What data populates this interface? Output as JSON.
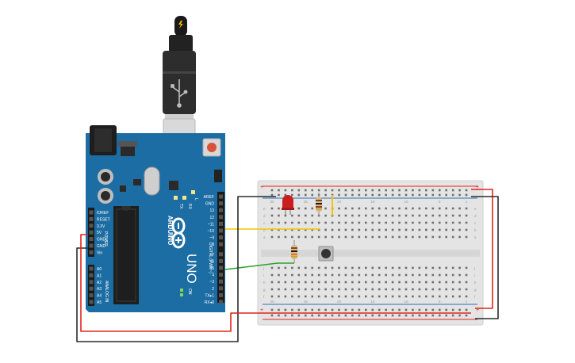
{
  "board": {
    "brand": "ARDUINO",
    "model": "UNO",
    "digital_header_label": "DIGITAL (PWM~)",
    "power_header_label": "POWER",
    "analog_header_label": "ANALOG IN",
    "on_label": "ON",
    "tx_label": "TX",
    "rx_label": "RX",
    "l_label": "L",
    "digital_pins": [
      "AREF",
      "GND",
      "13",
      "12",
      "~11",
      "~10",
      "~9",
      "8",
      "7",
      "~6",
      "~5",
      "4",
      "~3",
      "2",
      "TX▸1",
      "RX◂0"
    ],
    "power_pins": [
      "IOREF",
      "RESET",
      "3.3V",
      "5V",
      "GND",
      "GND",
      "Vin"
    ],
    "analog_pins": [
      "A0",
      "A1",
      "A2",
      "A3",
      "A4",
      "A5"
    ]
  },
  "breadboard": {
    "row_letters_top": [
      "a",
      "b",
      "c",
      "d",
      "e"
    ],
    "row_letters_bottom": [
      "f",
      "g",
      "h",
      "i",
      "j"
    ],
    "plus_label": "+",
    "minus_label": "−",
    "column_numbers": [
      1,
      5,
      10,
      15,
      20,
      25,
      30
    ]
  },
  "wires": {
    "red": "#e1241b",
    "black": "#2b2b2b",
    "yellow": "#f2c500",
    "green": "#2fa12c"
  },
  "colors": {
    "board_blue": "#1c6da3",
    "usb_black": "#2a2a2a",
    "led_red": "#c81e1e",
    "button_cap": "#333333"
  }
}
